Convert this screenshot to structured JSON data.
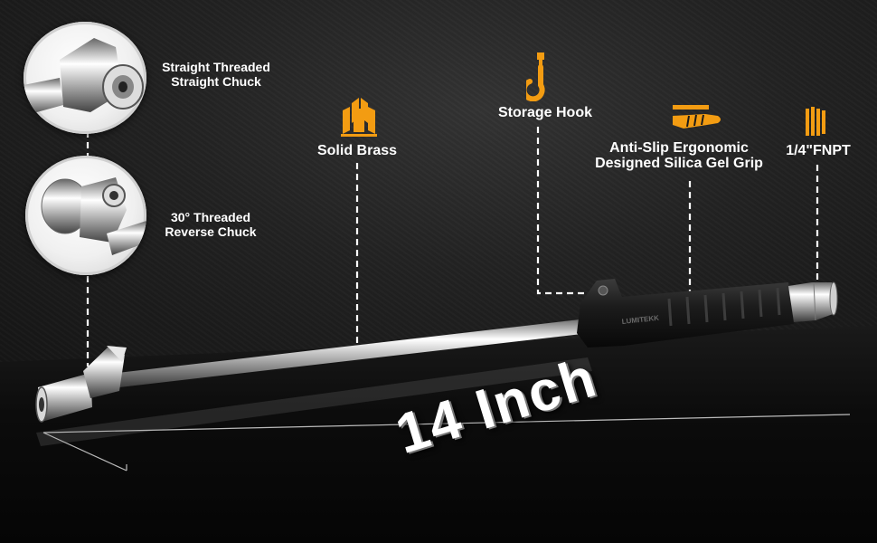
{
  "colors": {
    "accent": "#f39c12",
    "text": "#ffffff",
    "background": "#1a1a1a"
  },
  "features": {
    "straight_chuck": {
      "line1": "Straight Threaded",
      "line2": "Straight Chuck",
      "icon": "straight-chuck-closeup"
    },
    "reverse_chuck": {
      "line1": "30° Threaded",
      "line2": "Reverse Chuck",
      "icon": "reverse-chuck-closeup"
    },
    "solid_brass": {
      "label": "Solid Brass",
      "icon": "brass-rods-icon"
    },
    "storage_hook": {
      "label": "Storage Hook",
      "icon": "hook-icon"
    },
    "grip": {
      "line1": "Anti-Slip Ergonomic",
      "line2": "Designed Silica Gel Grip",
      "icon": "grip-hand-icon"
    },
    "fnpt": {
      "label": "1/4\"FNPT",
      "icon": "thread-fitting-icon"
    }
  },
  "length_label": "14 Inch",
  "brand_on_grip": "LUMITEKK"
}
